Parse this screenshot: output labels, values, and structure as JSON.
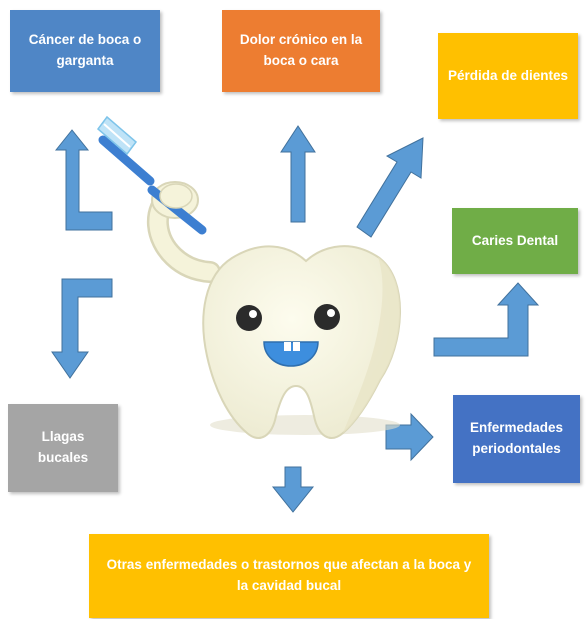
{
  "colors": {
    "blue": "#4f86c6",
    "orange": "#ed7d31",
    "yellow": "#ffc000",
    "green": "#70ad47",
    "gray": "#a5a5a5",
    "dark_blue": "#4472c4",
    "arrow": "#5b9bd5",
    "tooth": "#f7f5dc"
  },
  "boxes": {
    "cancer": "Cáncer de boca o garganta",
    "dolor": "Dolor crónico en la boca  o cara",
    "perdida": "Pérdida de dientes",
    "caries": "Caries Dental",
    "llagas": "Llagas bucales",
    "periodontales": "Enfermedades periodontales",
    "otras": "Otras enfermedades o trastornos que afectan a la boca y la cavidad bucal"
  },
  "illustration": "smiling-tooth-with-toothbrush"
}
